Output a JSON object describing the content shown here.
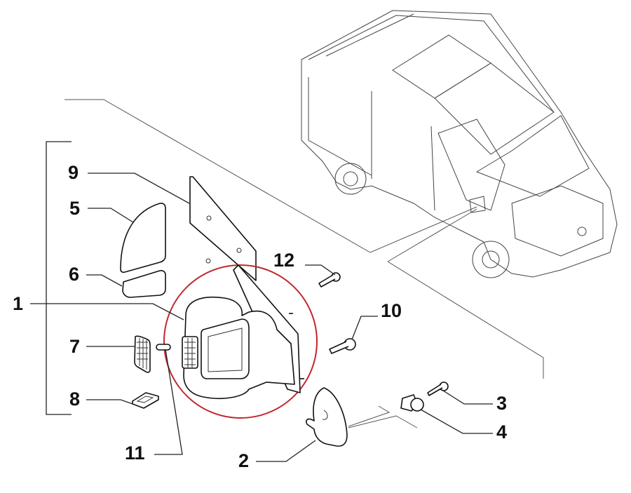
{
  "diagram": {
    "type": "exploded parts diagram",
    "subject": "exterior rear-view mirror assembly of a van",
    "highlight_color": "#c0282d",
    "line_color": "#222222",
    "callouts": [
      {
        "number": "1",
        "part": "mirror-assembly"
      },
      {
        "number": "2",
        "part": "mirror-base-cover"
      },
      {
        "number": "3",
        "part": "screw"
      },
      {
        "number": "4",
        "part": "clip-nut"
      },
      {
        "number": "5",
        "part": "upper-mirror-glass"
      },
      {
        "number": "6",
        "part": "lower-mirror-glass"
      },
      {
        "number": "7",
        "part": "side-turn-signal-lamp"
      },
      {
        "number": "8",
        "part": "lamp-bulb-holder"
      },
      {
        "number": "9",
        "part": "mounting-plate"
      },
      {
        "number": "10",
        "part": "bolt"
      },
      {
        "number": "11",
        "part": "clip"
      },
      {
        "number": "12",
        "part": "bolt"
      }
    ]
  }
}
